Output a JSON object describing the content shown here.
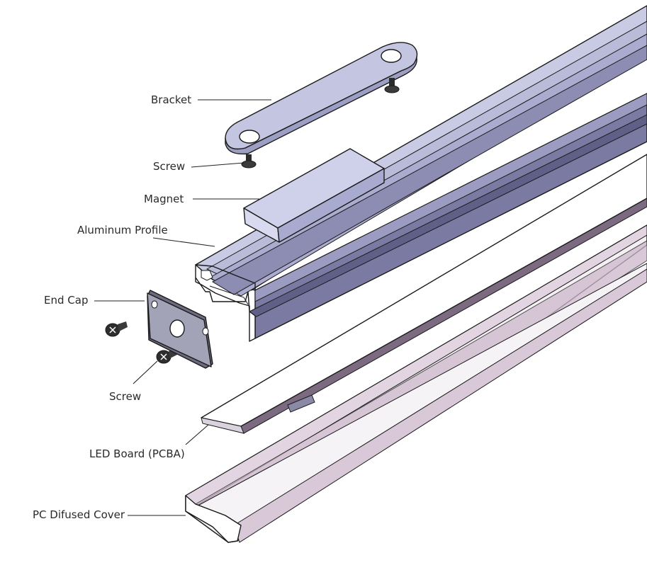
{
  "labels": {
    "bracket": "Bracket",
    "screw_top": "Screw",
    "magnet": "Magnet",
    "aluminum_profile": "Aluminum Profile",
    "end_cap": "End Cap",
    "screw_bottom": "Screw",
    "led_board": "LED Board (PCBA)",
    "pc_cover": "PC Difused Cover"
  },
  "colors": {
    "profile_top": "#c9cae4",
    "profile_side": "#8b8bb0",
    "profile_dark": "#6f6f96",
    "bracket": "#c4c5e0",
    "magnet": "#cfd0ea",
    "end_cap": "#a3a3b8",
    "led_board": "#ffffff",
    "cover_tint": "#cdb8cc"
  }
}
